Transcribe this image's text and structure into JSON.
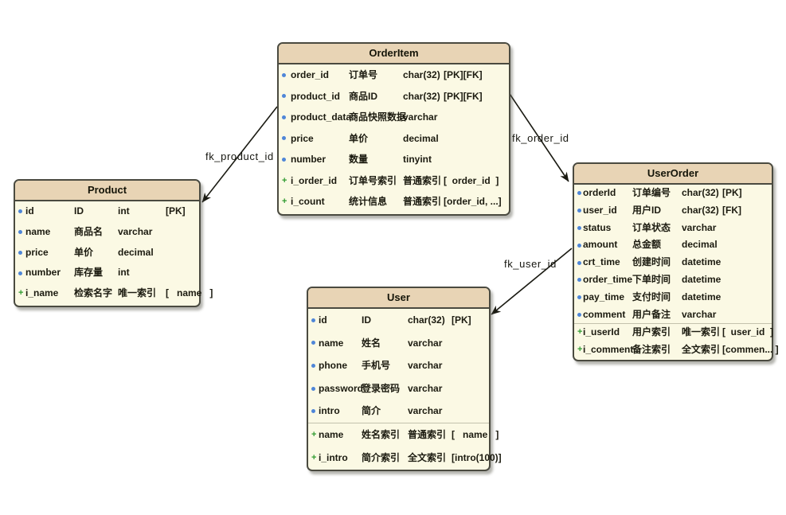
{
  "tables": [
    {
      "id": "orderitem",
      "title": "OrderItem",
      "rows": [
        {
          "icon": "field-dot",
          "name": "order_id",
          "comment": "订单号",
          "type": "char(32)",
          "extra": "[PK][FK]"
        },
        {
          "icon": "field-dot",
          "name": "product_id",
          "comment": "商品ID",
          "type": "char(32)",
          "extra": "[PK][FK]"
        },
        {
          "icon": "field-dot",
          "name": "product_data",
          "comment": "商品快照数据",
          "type": "varchar",
          "extra": ""
        },
        {
          "icon": "field-dot",
          "name": "price",
          "comment": "单价",
          "type": "decimal",
          "extra": ""
        },
        {
          "icon": "field-dot",
          "name": "number",
          "comment": "数量",
          "type": "tinyint",
          "extra": ""
        },
        {
          "icon": "index-plus",
          "name": "i_order_id",
          "comment": "订单号索引",
          "type": "普通索引",
          "extra": "[  order_id  ]"
        },
        {
          "icon": "index-plus",
          "name": "i_count",
          "comment": "统计信息",
          "type": "普通索引",
          "extra": "[order_id, ...]"
        }
      ]
    },
    {
      "id": "product",
      "title": "Product",
      "rows": [
        {
          "icon": "field-dot",
          "name": "id",
          "comment": "ID",
          "type": "int",
          "extra": "[PK]"
        },
        {
          "icon": "field-dot",
          "name": "name",
          "comment": "商品名",
          "type": "varchar",
          "extra": ""
        },
        {
          "icon": "field-dot",
          "name": "price",
          "comment": "单价",
          "type": "decimal",
          "extra": ""
        },
        {
          "icon": "field-dot",
          "name": "number",
          "comment": "库存量",
          "type": "int",
          "extra": ""
        },
        {
          "icon": "index-plus",
          "name": "i_name",
          "comment": "检索名字",
          "type": "唯一索引",
          "extra": "[   name   ]"
        }
      ]
    },
    {
      "id": "userorder",
      "title": "UserOrder",
      "rows": [
        {
          "icon": "field-dot",
          "name": "orderId",
          "comment": "订单编号",
          "type": "char(32)",
          "extra": "[PK]"
        },
        {
          "icon": "field-dot",
          "name": "user_id",
          "comment": "用户ID",
          "type": "char(32)",
          "extra": "[FK]"
        },
        {
          "icon": "field-dot",
          "name": "status",
          "comment": "订单状态",
          "type": "varchar",
          "extra": ""
        },
        {
          "icon": "field-dot",
          "name": "amount",
          "comment": "总金额",
          "type": "decimal",
          "extra": ""
        },
        {
          "icon": "field-dot",
          "name": "crt_time",
          "comment": "创建时间",
          "type": "datetime",
          "extra": ""
        },
        {
          "icon": "field-dot",
          "name": "order_time",
          "comment": "下单时间",
          "type": "datetime",
          "extra": ""
        },
        {
          "icon": "field-dot",
          "name": "pay_time",
          "comment": "支付时间",
          "type": "datetime",
          "extra": ""
        },
        {
          "icon": "field-dot",
          "name": "comment",
          "comment": "用户备注",
          "type": "varchar",
          "extra": ""
        },
        {
          "icon": "index-plus",
          "name": "i_userId",
          "comment": "用户索引",
          "type": "唯一索引",
          "extra": "[  user_id  ]",
          "divider": true
        },
        {
          "icon": "index-plus",
          "name": "i_comment",
          "comment": "备注索引",
          "type": "全文索引",
          "extra": "[commen... ]"
        }
      ]
    },
    {
      "id": "user",
      "title": "User",
      "rows": [
        {
          "icon": "field-dot",
          "name": "id",
          "comment": "ID",
          "type": "char(32)",
          "extra": "[PK]"
        },
        {
          "icon": "field-dot",
          "name": "name",
          "comment": "姓名",
          "type": "varchar",
          "extra": ""
        },
        {
          "icon": "field-dot",
          "name": "phone",
          "comment": "手机号",
          "type": "varchar",
          "extra": ""
        },
        {
          "icon": "field-dot",
          "name": "password",
          "comment": "登录密码",
          "type": "varchar",
          "extra": ""
        },
        {
          "icon": "field-dot",
          "name": "intro",
          "comment": "简介",
          "type": "varchar",
          "extra": ""
        },
        {
          "icon": "index-plus",
          "name": "name",
          "comment": "姓名索引",
          "type": "普通索引",
          "extra": "[   name   ]",
          "divider": true
        },
        {
          "icon": "index-plus",
          "name": "i_intro",
          "comment": "简介索引",
          "type": "全文索引",
          "extra": "[intro(100)]"
        }
      ]
    }
  ],
  "edges": [
    {
      "label": "fk_product_id",
      "from": "OrderItem",
      "to": "Product"
    },
    {
      "label": "fk_order_id",
      "from": "OrderItem",
      "to": "UserOrder"
    },
    {
      "label": "fk_user_id",
      "from": "UserOrder",
      "to": "User"
    }
  ],
  "colors": {
    "table_header": "#e8d4b5",
    "table_body": "#fbf9e4",
    "table_border": "#4a4a40",
    "field_bullet": "#4f86d8",
    "index_icon": "#2f9b2f",
    "edge_line": "#1a1a12"
  }
}
